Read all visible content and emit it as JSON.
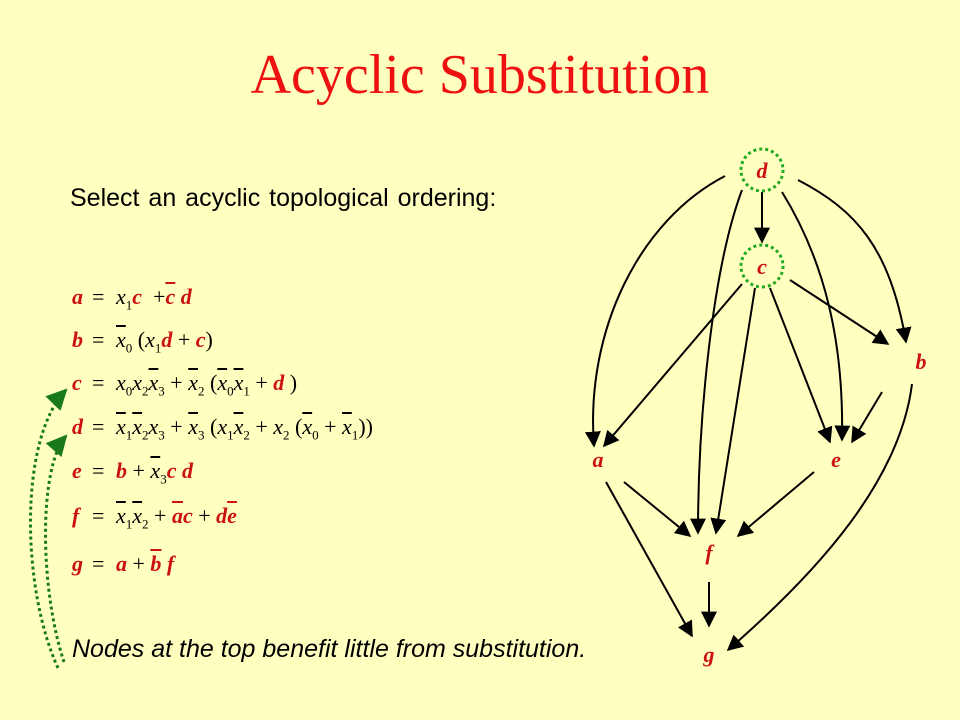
{
  "title": "Acyclic Substitution",
  "subtitle": "Select an acyclic topological ordering:",
  "footnote": "Nodes at the top benefit little from substitution.",
  "equals": "=",
  "equations": {
    "a": {
      "lhs": "a"
    },
    "b": {
      "lhs": "b"
    },
    "c": {
      "lhs": "c"
    },
    "d": {
      "lhs": "d"
    },
    "e": {
      "lhs": "e"
    },
    "f": {
      "lhs": "f"
    },
    "g": {
      "lhs": "g"
    }
  },
  "graph": {
    "nodes": [
      "d",
      "c",
      "b",
      "a",
      "e",
      "f",
      "g"
    ],
    "highlighted": [
      "d",
      "c"
    ],
    "edges": [
      [
        "d",
        "c"
      ],
      [
        "d",
        "a"
      ],
      [
        "d",
        "f"
      ],
      [
        "d",
        "e"
      ],
      [
        "d",
        "b"
      ],
      [
        "c",
        "a"
      ],
      [
        "c",
        "f"
      ],
      [
        "c",
        "e"
      ],
      [
        "c",
        "b"
      ],
      [
        "b",
        "e"
      ],
      [
        "b",
        "g"
      ],
      [
        "a",
        "f"
      ],
      [
        "a",
        "g"
      ],
      [
        "e",
        "f"
      ],
      [
        "f",
        "g"
      ]
    ]
  },
  "colors": {
    "background": "#ffffc0",
    "title": "#ee1111",
    "node_label": "#cc1111",
    "highlight_ring": "#22aa22",
    "edge": "#000000",
    "arrow_dotted": "#1a7a1a"
  }
}
